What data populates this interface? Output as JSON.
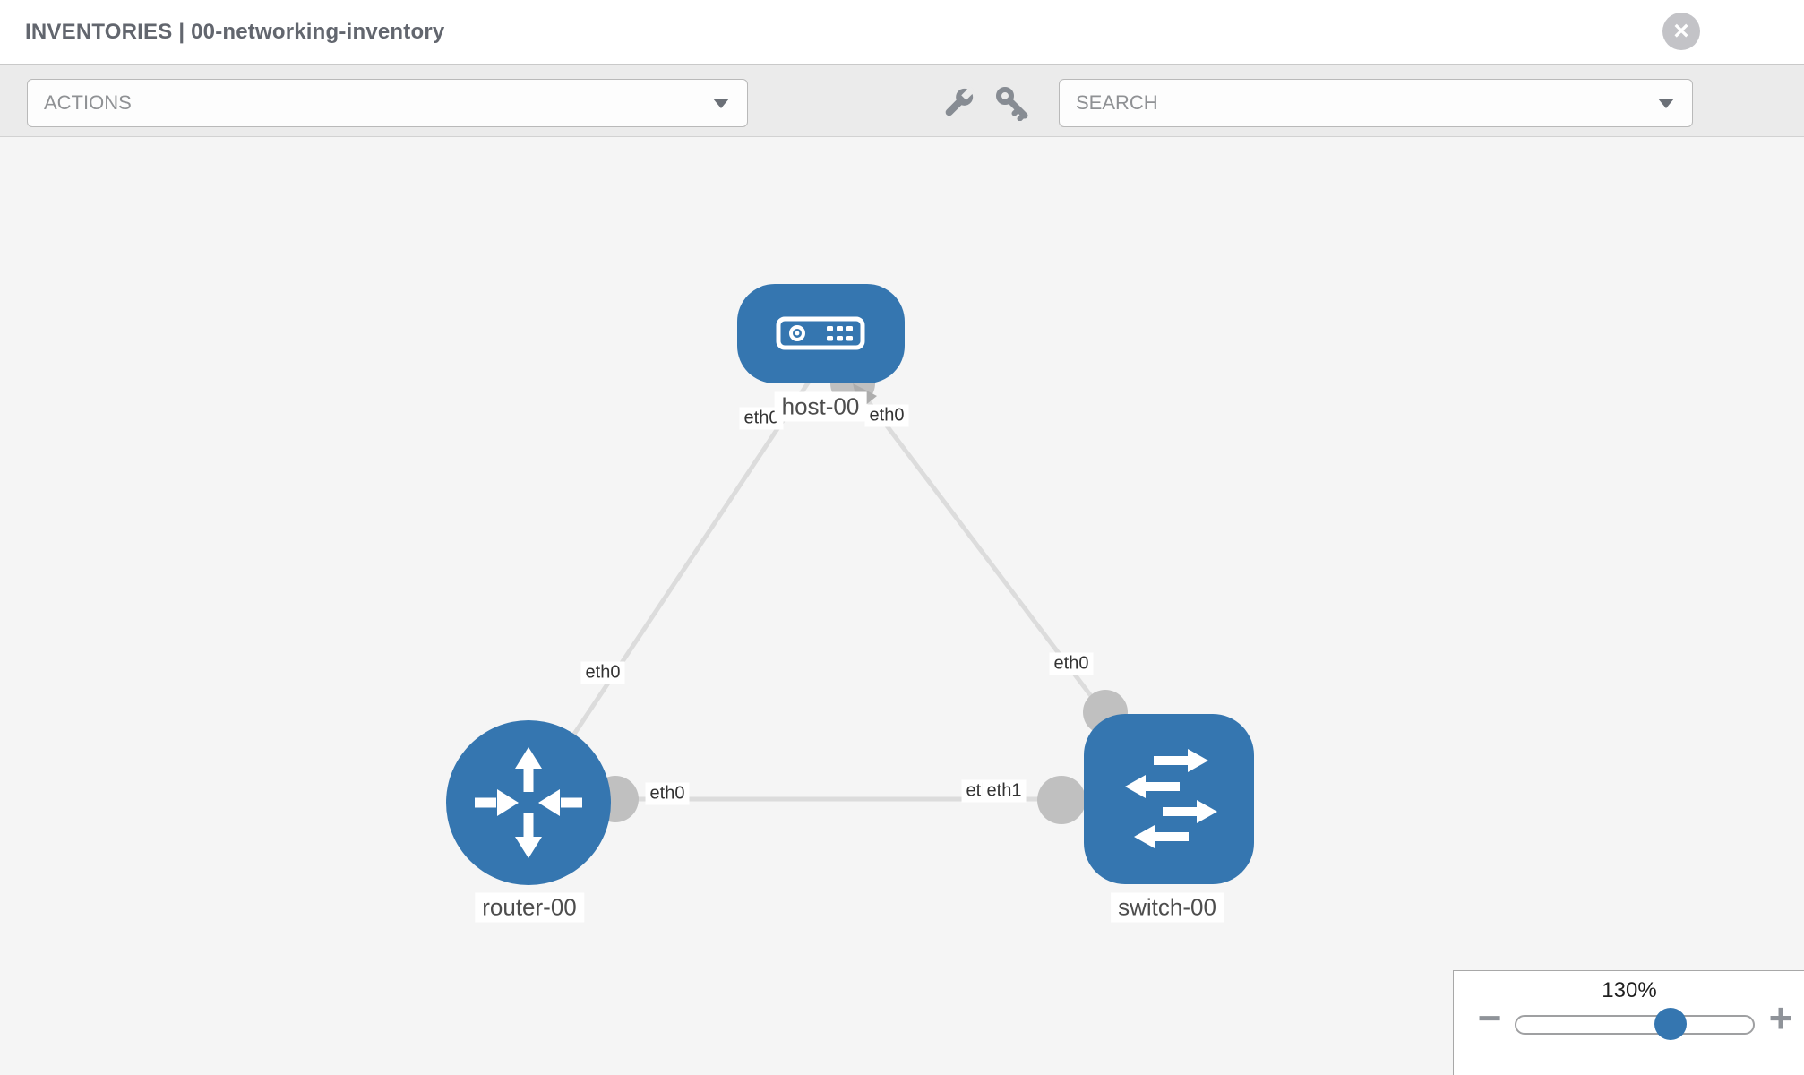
{
  "header": {
    "title": "INVENTORIES | 00-networking-inventory"
  },
  "toolbar": {
    "actions_label": "ACTIONS",
    "search_label": "SEARCH",
    "tool_icons": [
      "wrench-icon",
      "key-icon"
    ]
  },
  "icons": {
    "close": "×",
    "minus": "−",
    "plus": "+"
  },
  "topology": {
    "nodes": [
      {
        "name": "host-00",
        "type": "host",
        "icon": "host-icon"
      },
      {
        "name": "router-00",
        "type": "router",
        "icon": "router-icon"
      },
      {
        "name": "switch-00",
        "type": "switch",
        "icon": "switch-icon"
      }
    ],
    "links": [
      {
        "from": "host-00",
        "from_interface": "eth0",
        "to": "router-00",
        "to_interface": "eth0"
      },
      {
        "from": "host-00",
        "from_interface": "eth0",
        "to": "switch-00",
        "to_interface": "eth0"
      },
      {
        "from": "router-00",
        "from_interface": "eth0",
        "to": "switch-00",
        "to_interface": "eth1",
        "to_interface_overlapped": "eth0"
      }
    ]
  },
  "zoom": {
    "level": "130%"
  },
  "colors": {
    "node_blue": "#3576B0",
    "link_gray": "#DCDCDC",
    "endpoint_gray": "#C0C0C0",
    "canvas_bg": "#F5F5F5",
    "toolbar_bg": "#EBEBEB",
    "title_text": "#62666E"
  }
}
